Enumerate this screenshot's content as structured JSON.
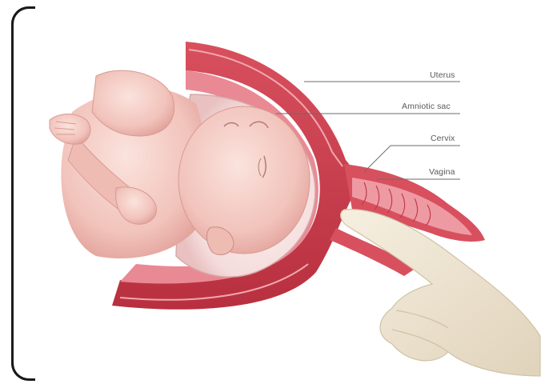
{
  "labels": {
    "uterus": "Uterus",
    "amniotic_sac": "Amniotic sac",
    "cervix": "Cervix",
    "vagina": "Vagina"
  },
  "colors": {
    "tissue_dark": "#c23a4a",
    "tissue_mid": "#e07a86",
    "tissue_light": "#f3c2c4",
    "baby_skin": "#f4c9c2",
    "baby_shadow": "#e3a9a3",
    "glove": "#efe6d3",
    "sac": "#f7e4e3",
    "leader_line": "#6b6b6b"
  }
}
